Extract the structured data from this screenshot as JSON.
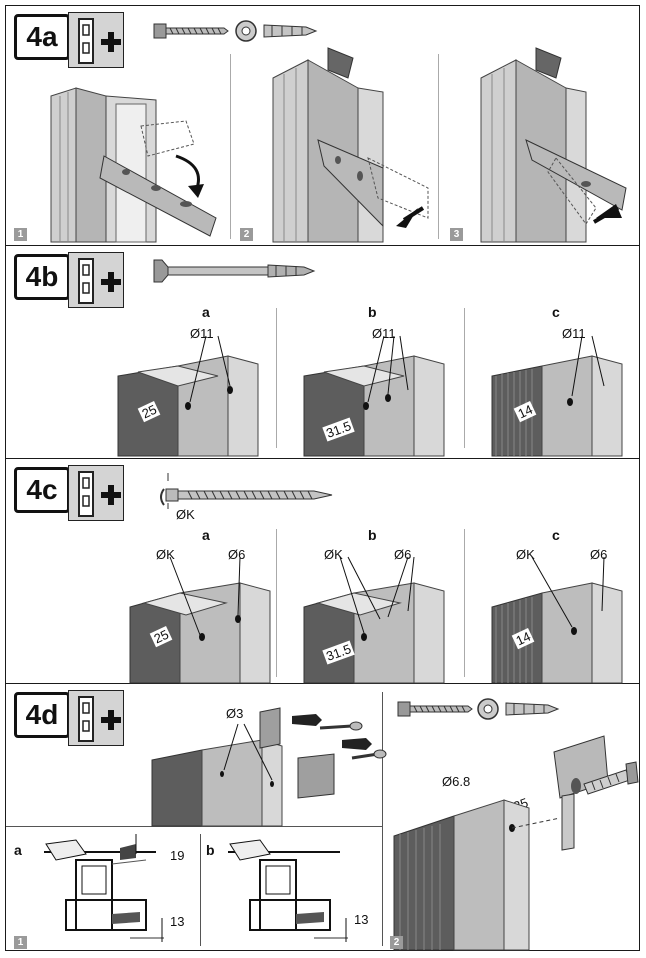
{
  "sections": [
    {
      "step": "4a",
      "panel_numbers": [
        "1",
        "2",
        "3"
      ]
    },
    {
      "step": "4b",
      "variants": [
        {
          "letter": "a",
          "hole": "Ø11",
          "dim": "25"
        },
        {
          "letter": "b",
          "hole": "Ø11",
          "dim": "31.5"
        },
        {
          "letter": "c",
          "hole": "Ø11",
          "dim": "14"
        }
      ]
    },
    {
      "step": "4c",
      "screw_label": "ØK",
      "variants": [
        {
          "letter": "a",
          "hole1": "ØK",
          "hole2": "Ø6",
          "dim": "25"
        },
        {
          "letter": "b",
          "hole1": "ØK",
          "hole2": "Ø6",
          "dim": "31.5"
        },
        {
          "letter": "c",
          "hole1": "ØK",
          "hole2": "Ø6",
          "dim": "14"
        }
      ]
    },
    {
      "step": "4d",
      "hole": "Ø3",
      "profile_a": {
        "letter": "a",
        "top_dim": "19",
        "bottom_dim": "13"
      },
      "profile_b": {
        "letter": "b",
        "bottom_dim": "13"
      },
      "panel2_hole": "Ø6.8",
      "panel2_dim": "15.25",
      "panel_numbers": [
        "1",
        "2"
      ]
    }
  ],
  "colors": {
    "frame_light": "#cfcfcf",
    "frame_mid": "#a8a8a8",
    "frame_dark": "#5d5d5d",
    "bracket": "#b9b9b9",
    "icon_bg": "#d4d4d4"
  }
}
